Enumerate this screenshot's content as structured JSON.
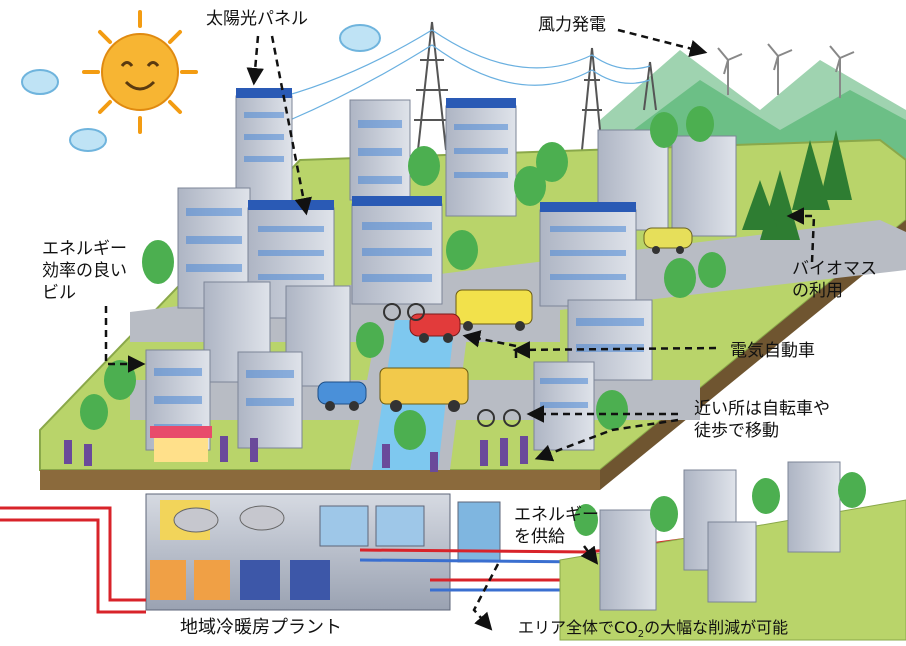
{
  "labels": {
    "solar_panel": "太陽光パネル",
    "wind_power": "風力発電",
    "efficient_building": "エネルギー\n効率の良い\nビル",
    "biomass": "バイオマス\nの利用",
    "electric_vehicle": "電気自動車",
    "bicycle_walk": "近い所は自転車や\n徒歩で移動",
    "energy_supply": "エネルギー\nを供給",
    "dhc_plant": "地域冷暖房プラント",
    "co2_reduction_prefix": "エリア全体で",
    "co2_reduction_co": "CO",
    "co2_reduction_sub": "2",
    "co2_reduction_suffix": "の大幅な削減が可能"
  },
  "colors": {
    "ground": "#b9d46a",
    "road": "#b8bcc4",
    "building": "#c9ced8",
    "solar": "#2a5ab5",
    "tree": "#4caf50",
    "pipe_red": "#d8232a",
    "pipe_blue": "#3a6fd0",
    "sky_sun": "#f7b533"
  }
}
